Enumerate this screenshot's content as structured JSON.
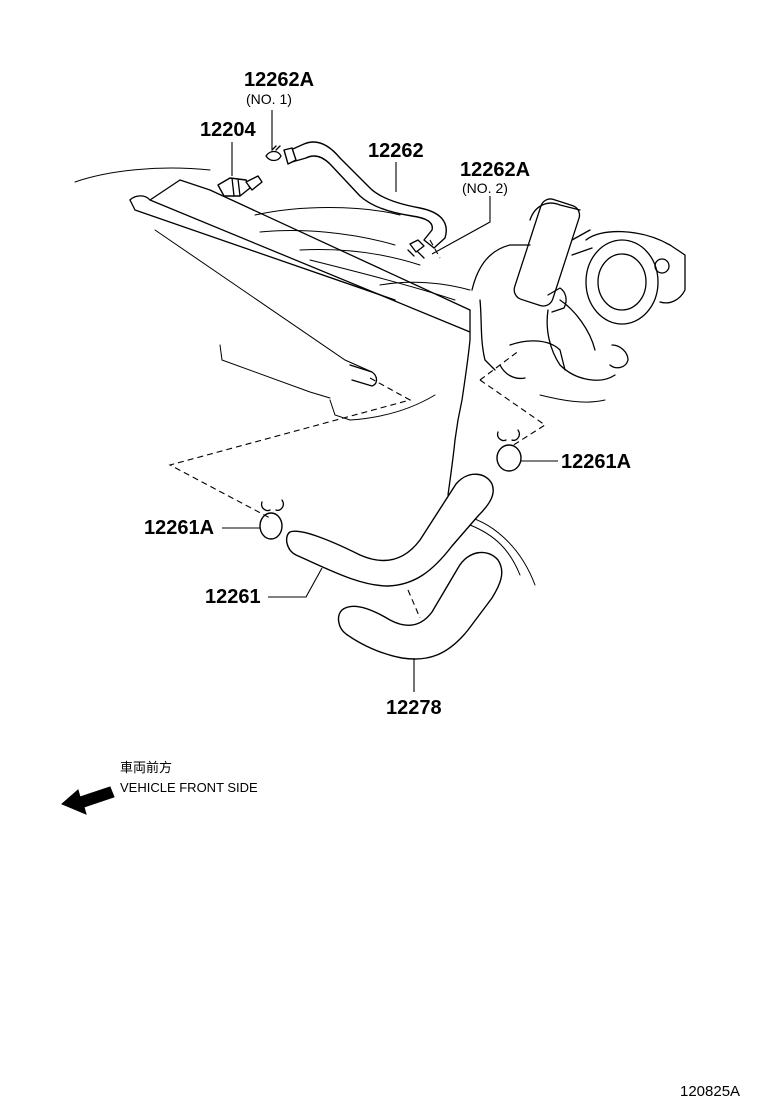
{
  "diagram": {
    "parts": {
      "p12262A_no1": {
        "number": "12262A",
        "sub": "(NO. 1)"
      },
      "p12204": {
        "number": "12204"
      },
      "p12262": {
        "number": "12262"
      },
      "p12262A_no2": {
        "number": "12262A",
        "sub": "(NO. 2)"
      },
      "p12261A_right": {
        "number": "12261A"
      },
      "p12261A_left": {
        "number": "12261A"
      },
      "p12261": {
        "number": "12261"
      },
      "p12278": {
        "number": "12278"
      }
    },
    "legend": {
      "japanese": "車両前方",
      "english": "VEHICLE FRONT SIDE",
      "arrow_icon": "arrow-left-icon"
    },
    "reference_number": "120825A"
  }
}
